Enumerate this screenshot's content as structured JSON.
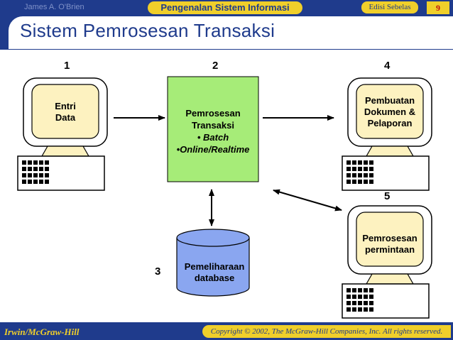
{
  "header": {
    "author": "James A. O'Brien",
    "course": "Pengenalan Sistem Informasi",
    "edition": "Edisi Sebelas",
    "page_number": "9"
  },
  "title": "Sistem Pemrosesan Transaksi",
  "steps": {
    "s1": "1",
    "s2": "2",
    "s3": "3",
    "s4": "4",
    "s5": "5"
  },
  "terminals": {
    "entry": [
      "Entri",
      "Data"
    ],
    "output": [
      "Pembuatan",
      "Dokumen &",
      "Pelaporan"
    ],
    "inquiry": [
      "Pemrosesan",
      "permintaan"
    ]
  },
  "processing": {
    "line1": "Pemrosesan",
    "line2": "Transaksi",
    "bullet1": "• Batch",
    "bullet2": "•Online/Realtime"
  },
  "database": {
    "line1": "Pemeliharaan",
    "line2": "database"
  },
  "footer": {
    "publisher": "Irwin/McGraw-Hill",
    "copyright": "Copyright © 2002, The McGraw-Hill Companies, Inc. All rights reserved."
  },
  "colors": {
    "header_blue": "#1f3b8c",
    "accent_yellow": "#f0cf2a",
    "terminal_body": "#fdf2c0",
    "process_green": "#a6ec78",
    "database_blue": "#8aa6f0"
  }
}
